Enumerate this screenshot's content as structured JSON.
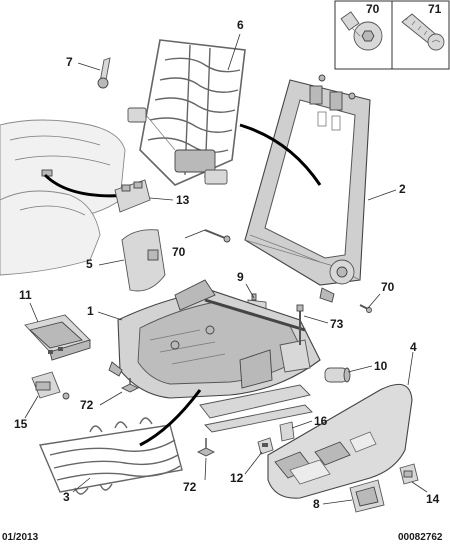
{
  "screws": {
    "left_ref": "70",
    "right_ref": "71"
  },
  "callouts": [
    {
      "id": "c6",
      "text": "6"
    },
    {
      "id": "c7",
      "text": "7"
    },
    {
      "id": "c2",
      "text": "2"
    },
    {
      "id": "c13",
      "text": "13"
    },
    {
      "id": "c70a",
      "text": "70"
    },
    {
      "id": "c5",
      "text": "5"
    },
    {
      "id": "c9",
      "text": "9"
    },
    {
      "id": "c70b",
      "text": "70"
    },
    {
      "id": "c11",
      "text": "11"
    },
    {
      "id": "c1",
      "text": "1"
    },
    {
      "id": "c73",
      "text": "73"
    },
    {
      "id": "c4",
      "text": "4"
    },
    {
      "id": "c10",
      "text": "10"
    },
    {
      "id": "c72a",
      "text": "72"
    },
    {
      "id": "c15",
      "text": "15"
    },
    {
      "id": "c16",
      "text": "16"
    },
    {
      "id": "c12",
      "text": "12"
    },
    {
      "id": "c72b",
      "text": "72"
    },
    {
      "id": "c3",
      "text": "3"
    },
    {
      "id": "c8",
      "text": "8"
    },
    {
      "id": "c14",
      "text": "14"
    }
  ],
  "footer": {
    "date": "01/2013",
    "doc_number": "00082762"
  }
}
